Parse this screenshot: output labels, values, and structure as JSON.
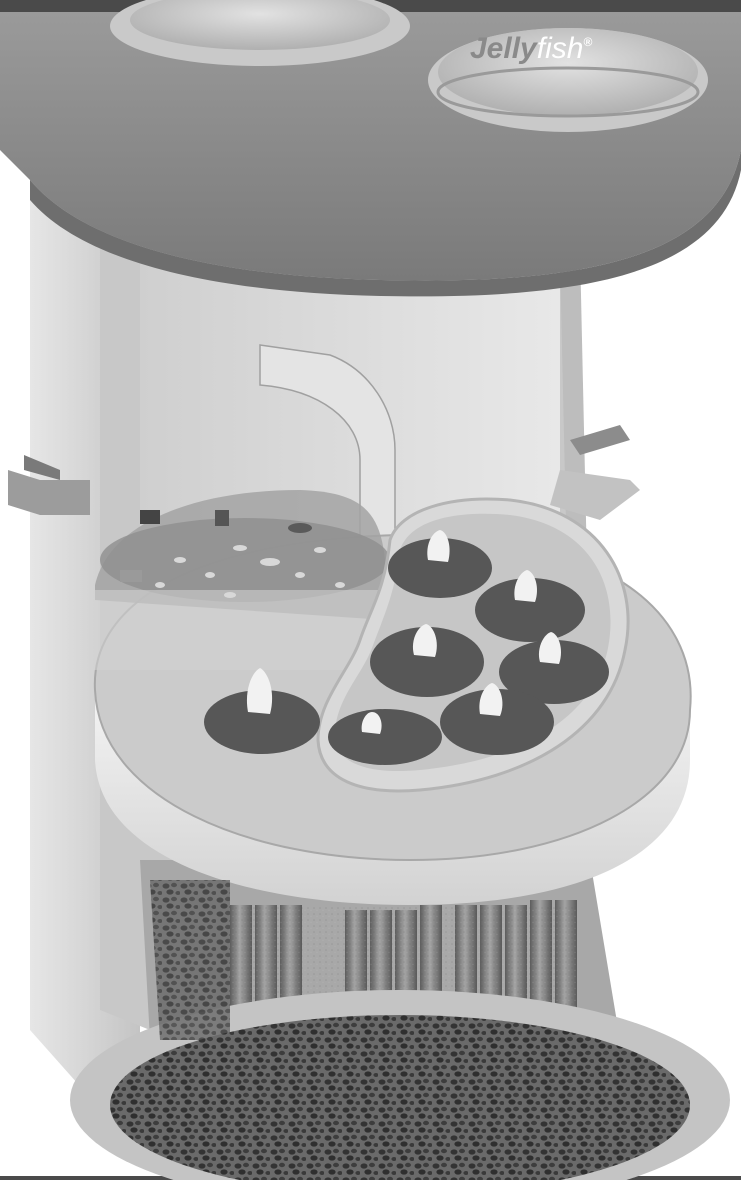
{
  "image": {
    "kind": "3D cutaway rendering",
    "palette": {
      "background": "#ffffff",
      "frame_bar": "#4a4a4a",
      "concrete": "#8c8c8c",
      "concrete_dark": "#6e6e6e",
      "wall": "#dcdcdc",
      "wall_shadow": "#b8b8b8",
      "water": "#9a9a9a",
      "cartridge_disc": "#575757",
      "filter_tube": "#7d7d7d",
      "gravel": "#3f3f3f"
    }
  },
  "logo": {
    "brand": "Jelly",
    "brand_suffix": "fish",
    "mark": "®"
  }
}
